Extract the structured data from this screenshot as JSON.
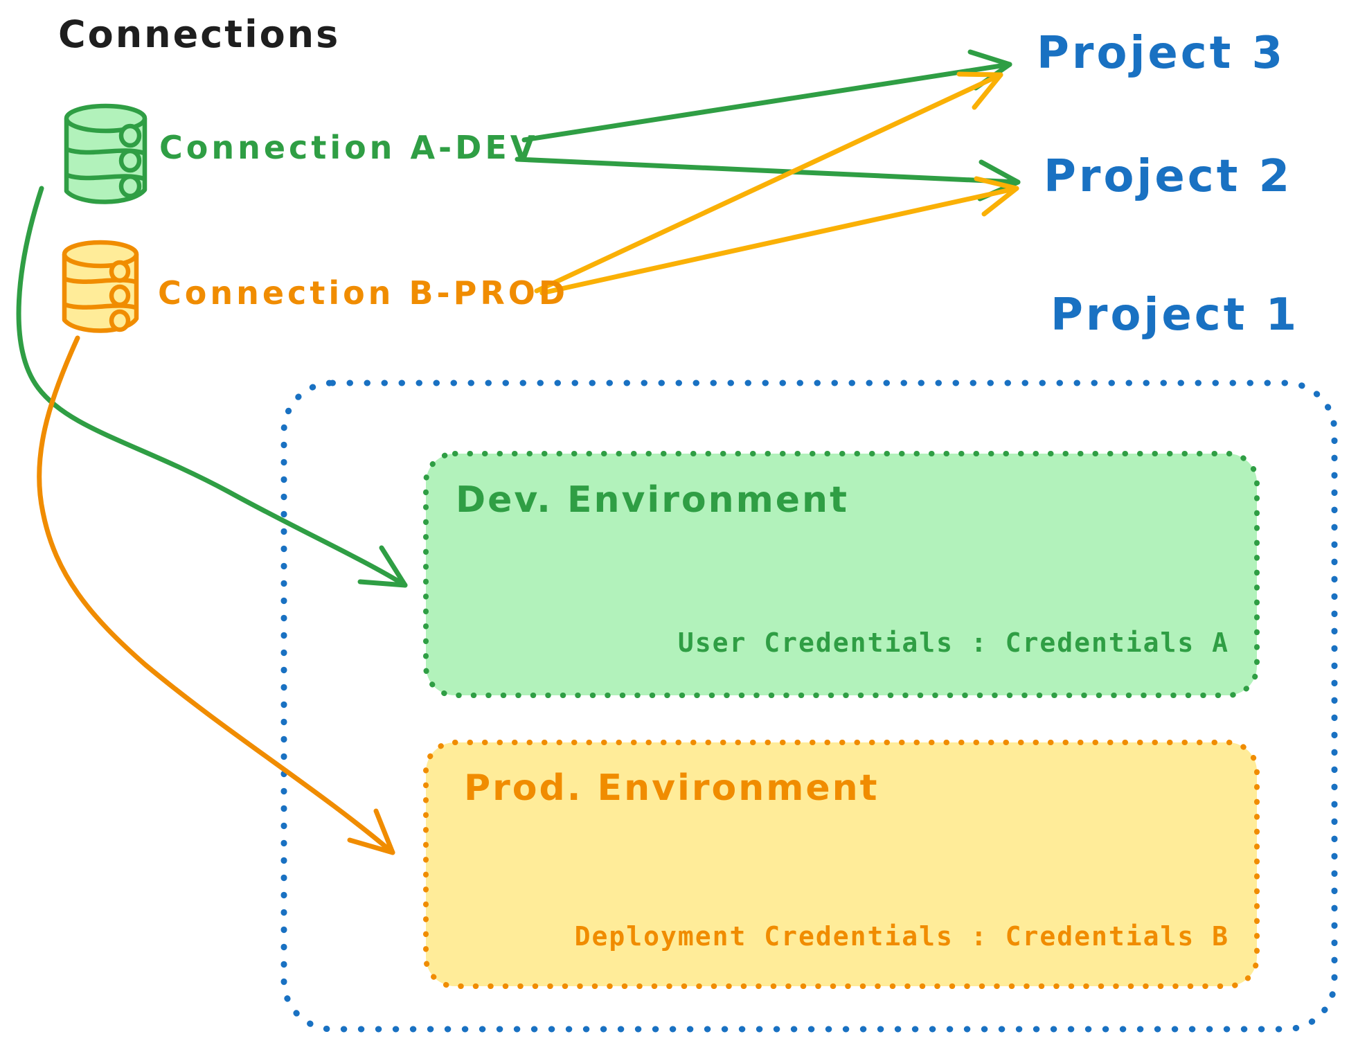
{
  "diagram": {
    "title": "Connections",
    "colors": {
      "green_stroke": "#2f9e44",
      "green_fill": "#b2f2bb",
      "orange_stroke": "#f08c00",
      "orange_fill": "#ffec99",
      "orange_arrow": "#fab005",
      "blue": "#1971c2",
      "ink": "#1e1e1e",
      "background": "#ffffff"
    },
    "connections": [
      {
        "label": "Connection A-DEV",
        "color": "#2f9e44",
        "icon": "database-icon"
      },
      {
        "label": "Connection B-PROD",
        "color": "#f08c00",
        "icon": "database-icon"
      }
    ],
    "projects": [
      {
        "label": "Project 3"
      },
      {
        "label": "Project 2"
      },
      {
        "label": "Project 1"
      }
    ],
    "project1_detail": {
      "environments": [
        {
          "title": "Dev. Environment",
          "credentials": "User Credentials : Credentials A"
        },
        {
          "title": "Prod. Environment",
          "credentials": "Deployment Credentials : Credentials B"
        }
      ]
    },
    "edges": [
      {
        "from": "Connection A-DEV",
        "to": "Project 3"
      },
      {
        "from": "Connection A-DEV",
        "to": "Project 2"
      },
      {
        "from": "Connection B-PROD",
        "to": "Project 3"
      },
      {
        "from": "Connection B-PROD",
        "to": "Project 2"
      },
      {
        "from": "Connection A-DEV",
        "to": "Dev. Environment"
      },
      {
        "from": "Connection B-PROD",
        "to": "Prod. Environment"
      }
    ]
  }
}
